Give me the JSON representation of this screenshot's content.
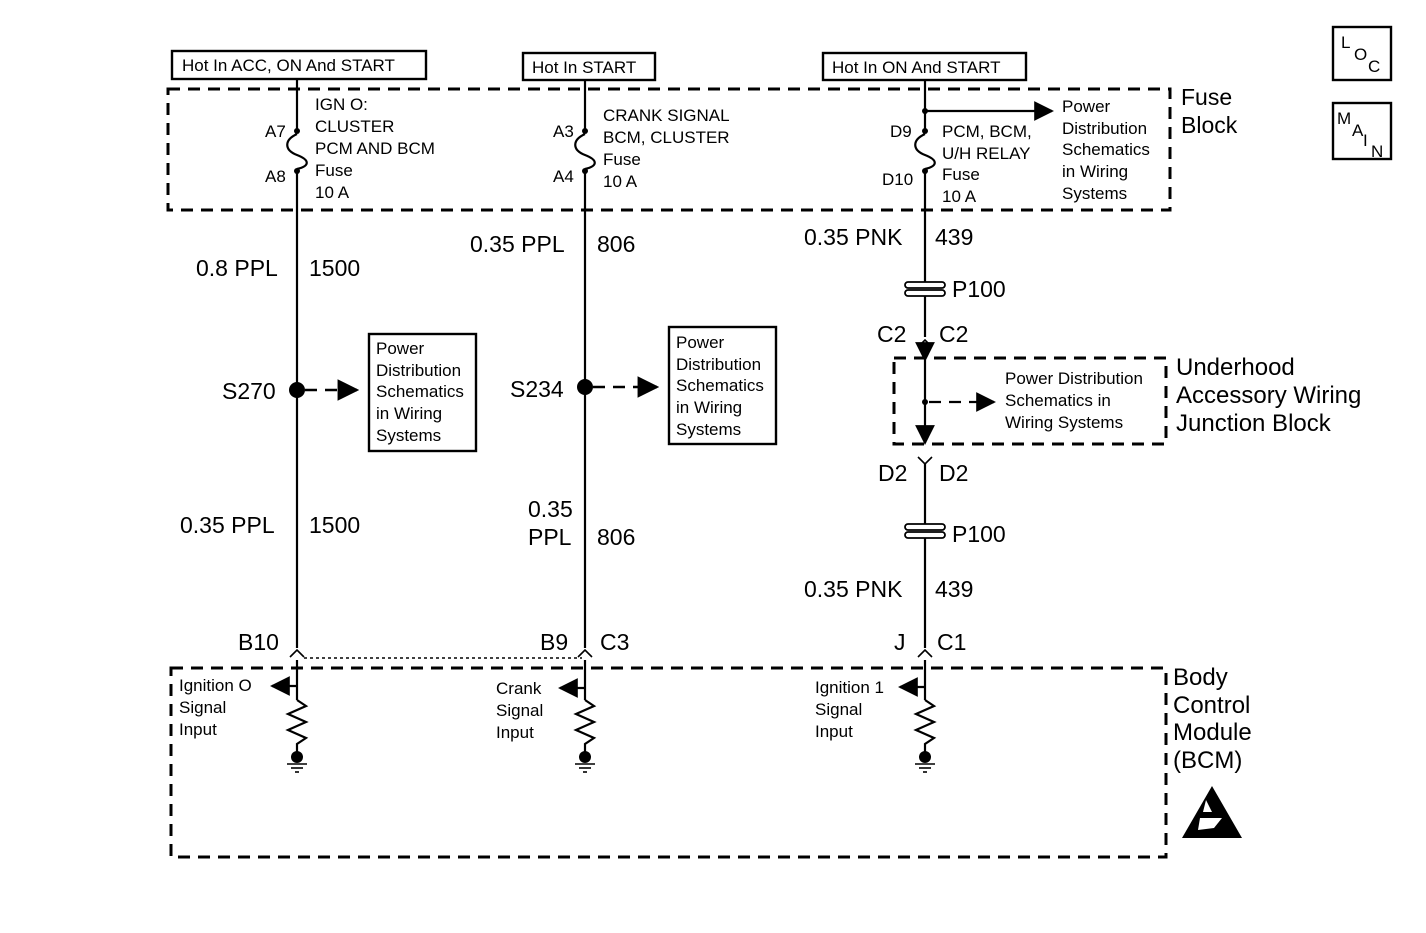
{
  "nav": {
    "loc": [
      "L",
      "O",
      "C"
    ],
    "main": [
      "M",
      "A",
      "I",
      "N"
    ]
  },
  "headers": {
    "acc": "Hot In ACC, ON And START",
    "start": "Hot In START",
    "on": "Hot In ON And START"
  },
  "fuse_block": {
    "label": [
      "Fuse",
      "Block"
    ]
  },
  "fuses": {
    "f1": {
      "top_pin": "A7",
      "bottom_pin": "A8",
      "text": [
        "IGN O:",
        "CLUSTER",
        "PCM AND BCM",
        "Fuse",
        "10 A"
      ]
    },
    "f2": {
      "top_pin": "A3",
      "bottom_pin": "A4",
      "text": [
        "CRANK SIGNAL",
        "BCM, CLUSTER",
        "Fuse",
        "10 A"
      ]
    },
    "f3": {
      "top_pin": "D9",
      "bottom_pin": "D10",
      "text": [
        "PCM, BCM,",
        "U/H RELAY",
        "Fuse",
        "10 A"
      ]
    }
  },
  "fuse_block_ref": [
    "Power",
    "Distribution",
    "Schematics",
    "in Wiring",
    "Systems"
  ],
  "wires": {
    "w1_top": {
      "color": "0.8 PPL",
      "circuit": "1500"
    },
    "w1_bottom": {
      "color": "0.35 PPL",
      "circuit": "1500"
    },
    "w2_top": {
      "color": "0.35 PPL",
      "circuit": "806"
    },
    "w2_bottom": {
      "color": [
        "0.35",
        "PPL"
      ],
      "circuit": "806"
    },
    "w3_top": {
      "color": "0.35 PNK",
      "circuit": "439"
    },
    "w3_bottom": {
      "color": "0.35 PNK",
      "circuit": "439"
    }
  },
  "splices": {
    "s1": "S270",
    "s2": "S234"
  },
  "splice_refs": {
    "r1": [
      "Power",
      "Distribution",
      "Schematics",
      "in Wiring",
      "Systems"
    ],
    "r2": [
      "Power",
      "Distribution",
      "Schematics",
      "in Wiring",
      "Systems"
    ]
  },
  "connectors": {
    "p100_top": "P100",
    "p100_bottom": "P100",
    "c2_left": "C2",
    "c2_right": "C2",
    "d2_left": "D2",
    "d2_right": "D2",
    "b10": "B10",
    "b9": "B9",
    "c3": "C3",
    "j": "J",
    "c1": "C1"
  },
  "junction_block": {
    "label": [
      "Underhood",
      "Accessory Wiring",
      "Junction Block"
    ],
    "ref": [
      "Power Distribution",
      "Schematics in",
      "Wiring Systems"
    ]
  },
  "bcm": {
    "label": [
      "Body",
      "Control",
      "Module",
      "(BCM)"
    ],
    "inputs": {
      "i1": [
        "Ignition O",
        "Signal",
        "Input"
      ],
      "i2": [
        "Crank",
        "Signal",
        "Input"
      ],
      "i3": [
        "Ignition 1",
        "Signal",
        "Input"
      ]
    }
  }
}
